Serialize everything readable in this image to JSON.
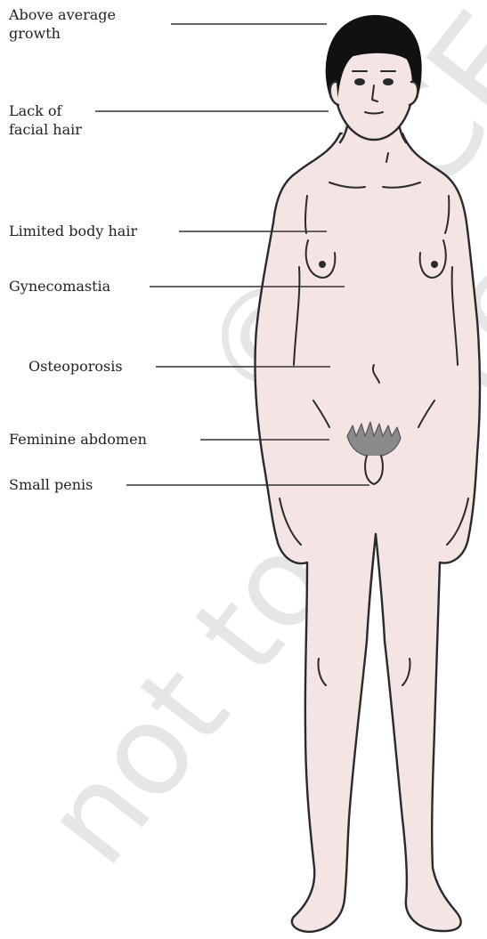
{
  "diagram": {
    "colors": {
      "skin": "#f4e4e4",
      "outline": "#2a2a2a",
      "hair": "#111111",
      "text": "#222222",
      "watermark": "#e6e6e6"
    },
    "labels": {
      "growth_line1": "Above average",
      "growth_line2": "growth",
      "facial_line1": "Lack of",
      "facial_line2": "facial hair",
      "body_hair": "Limited body hair",
      "gynecomastia": "Gynecomastia",
      "osteoporosis": "Osteoporosis",
      "abdomen": "Feminine abdomen",
      "penis": "Small penis"
    },
    "watermark": {
      "line1": "© NCERT",
      "line2": "not to be republished"
    }
  }
}
